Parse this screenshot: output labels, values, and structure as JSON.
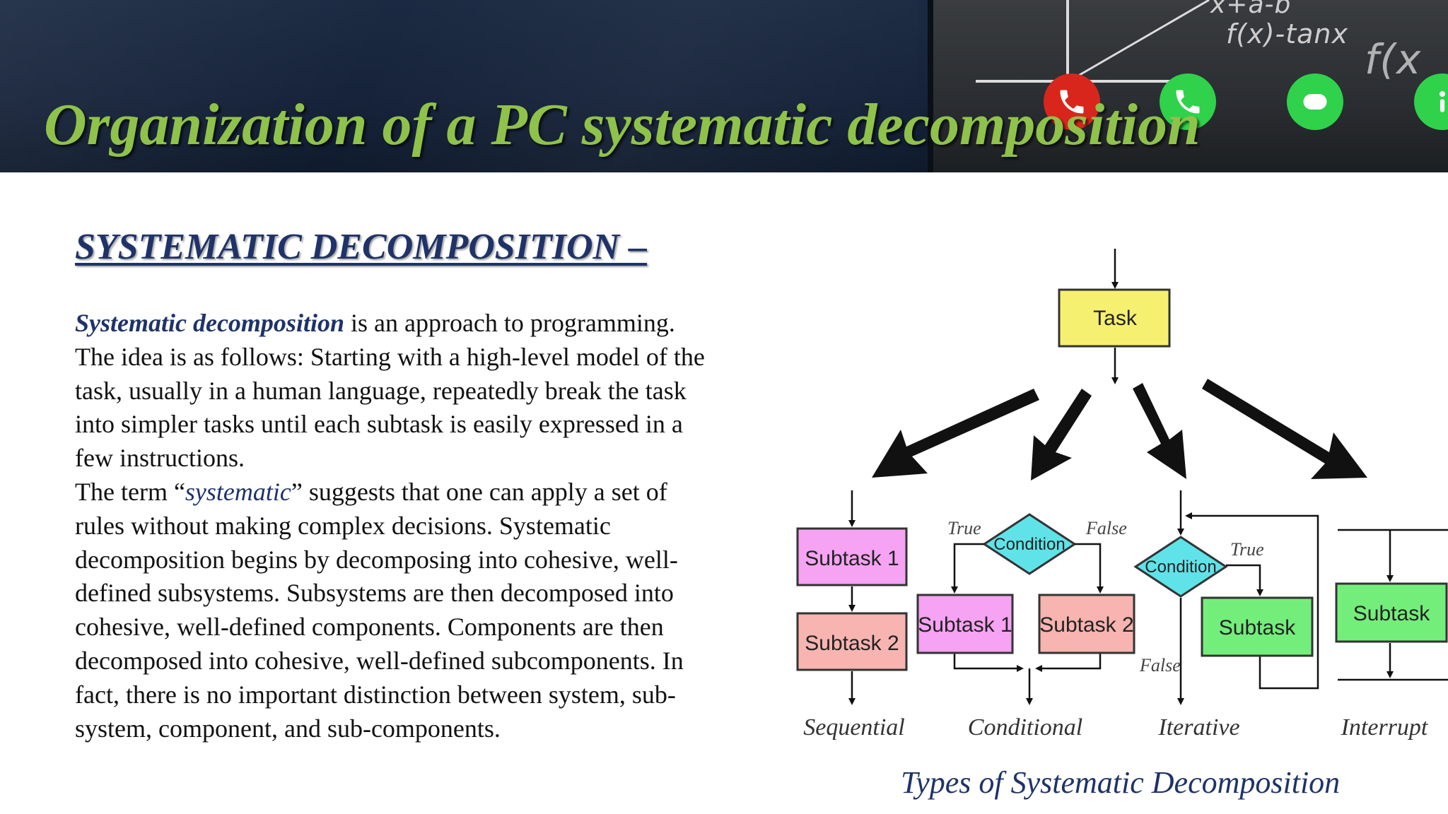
{
  "slide": {
    "title": "Organization of a PC systematic decomposition",
    "banner_image": {
      "chalk_lines": [
        "x+a-b",
        "f(x)-tanx",
        "f(x"
      ],
      "buttons": [
        {
          "icon": "phone-hangup-icon",
          "color": "#d9261c"
        },
        {
          "icon": "phone-answer-icon",
          "color": "#2fd24a"
        },
        {
          "icon": "chat-bubble-icon",
          "color": "#2fd24a"
        },
        {
          "icon": "info-icon",
          "color": "#2fd24a"
        }
      ]
    }
  },
  "section": {
    "heading": "SYSTEMATIC DECOMPOSITION –"
  },
  "body": {
    "term_1": "Systematic decomposition",
    "line_1_rest": " is an approach to programming.",
    "line_2": "The idea is as follows: Starting with a high-level model of the",
    "line_3": "task, usually in a human language, repeatedly break the task",
    "line_4": "into simpler tasks until each subtask is easily expressed in a",
    "line_5": "few instructions.",
    "line_6_pre": "The term “",
    "term_2": "systematic",
    "line_6_post": "” suggests that one can apply a set of",
    "line_7": "rules without making complex decisions. Systematic",
    "line_8": "decomposition begins by decomposing into cohesive, well-",
    "line_9": "defined subsystems. Subsystems are then decomposed into",
    "line_10": "cohesive, well-defined components. Components are then",
    "line_11": "decomposed into cohesive, well-defined subcomponents. In",
    "line_12": "fact, there is no important distinction between system, sub-",
    "line_13": "system, component, and sub-components."
  },
  "diagram": {
    "task": "Task",
    "sequential": {
      "box_1": "Subtask 1",
      "box_2": "Subtask 2",
      "label": "Sequential"
    },
    "conditional": {
      "condition": "Condition",
      "true": "True",
      "false": "False",
      "box_1": "Subtask 1",
      "box_2": "Subtask 2",
      "label": "Conditional"
    },
    "iterative": {
      "condition": "Condition",
      "true": "True",
      "false": "False",
      "box": "Subtask",
      "label": "Iterative"
    },
    "interrupt": {
      "box": "Subtask",
      "label": "Interrupt"
    },
    "colors": {
      "task": "#f6f070",
      "sequential_1": "#f5a3f2",
      "sequential_2": "#f7b4b0",
      "condition": "#5fe3e8",
      "conditional_1": "#f5a3f2",
      "conditional_2": "#f7b4b0",
      "subtask_green": "#74ee7a"
    },
    "caption": "Types of Systematic Decomposition"
  }
}
